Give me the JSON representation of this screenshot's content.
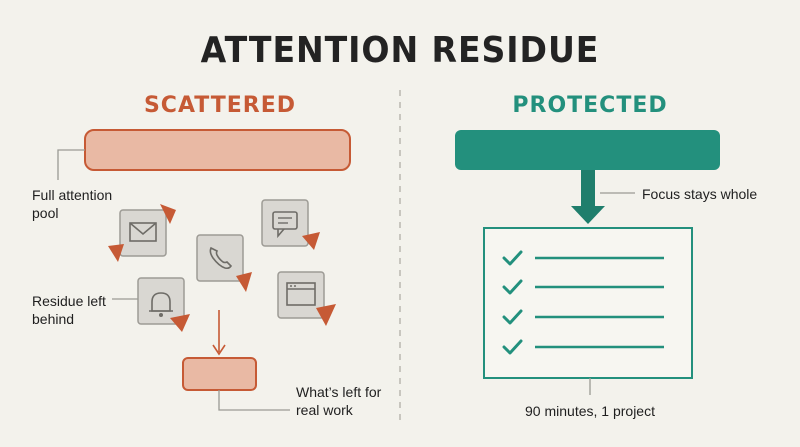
{
  "title": "ATTENTION RESIDUE",
  "left": {
    "heading": "SCATTERED",
    "pool_label": "Full attention pool",
    "residue_label": "Residue left behind",
    "leftover_label": "What’s left for real work",
    "icons": [
      "mail-icon",
      "chat-icon",
      "phone-icon",
      "bell-icon",
      "browser-icon"
    ]
  },
  "right": {
    "heading": "PROTECTED",
    "focus_label": "Focus stays whole",
    "footer_label": "90 minutes, 1 project",
    "checklist_items": 4
  },
  "colors": {
    "background": "#f3f2ec",
    "scattered_accent": "#c65a35",
    "scattered_fill": "#e9b9a4",
    "protected_accent": "#23907d",
    "protected_dark": "#1f7e6c",
    "icon_tile": "#d9d7d2"
  }
}
